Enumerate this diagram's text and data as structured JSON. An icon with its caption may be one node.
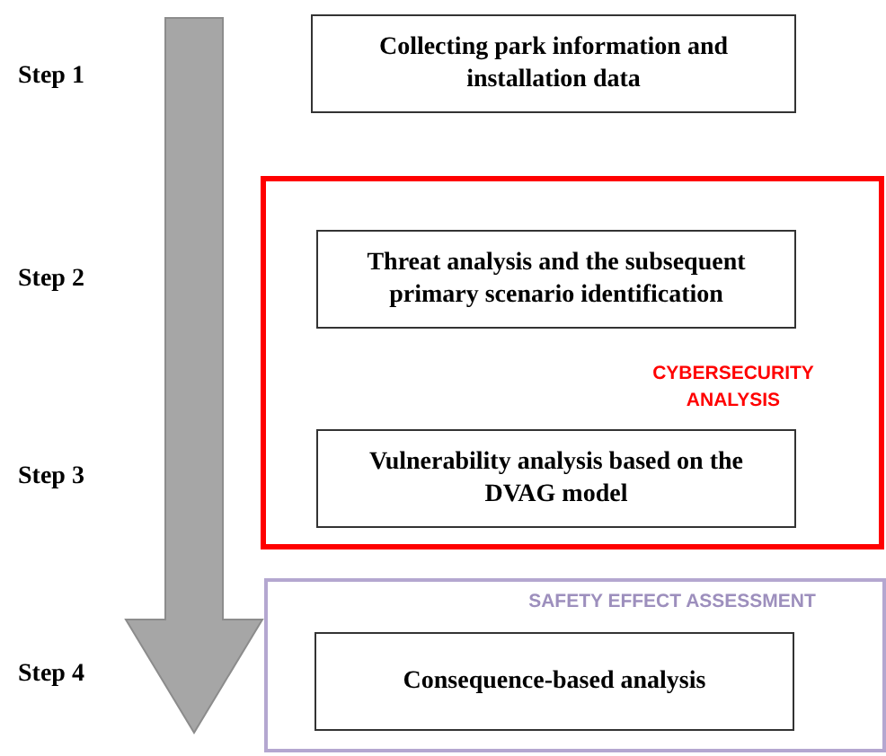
{
  "diagram": {
    "nodes": [
      {
        "text": [
          "Collecting park information and installation data"
        ]
      },
      {
        "text": [
          "CYBERSECURITY ANALYSIS"
        ]
      },
      {
        "text": [
          "Threat analysis and the subsequent primary scenario identification"
        ],
        "in": 1
      },
      {
        "text": [
          "Vulnerability analysis based on the DVAG model"
        ],
        "in": 1
      },
      {
        "text": [
          "SAFETY EFFECT ASSESSMENT"
        ]
      },
      {
        "text": [
          "Consequence-based analysis"
        ],
        "in": 4
      }
    ],
    "labels": [
      "Step 1",
      "Step 2",
      "Step 3",
      "Step 4"
    ]
  }
}
